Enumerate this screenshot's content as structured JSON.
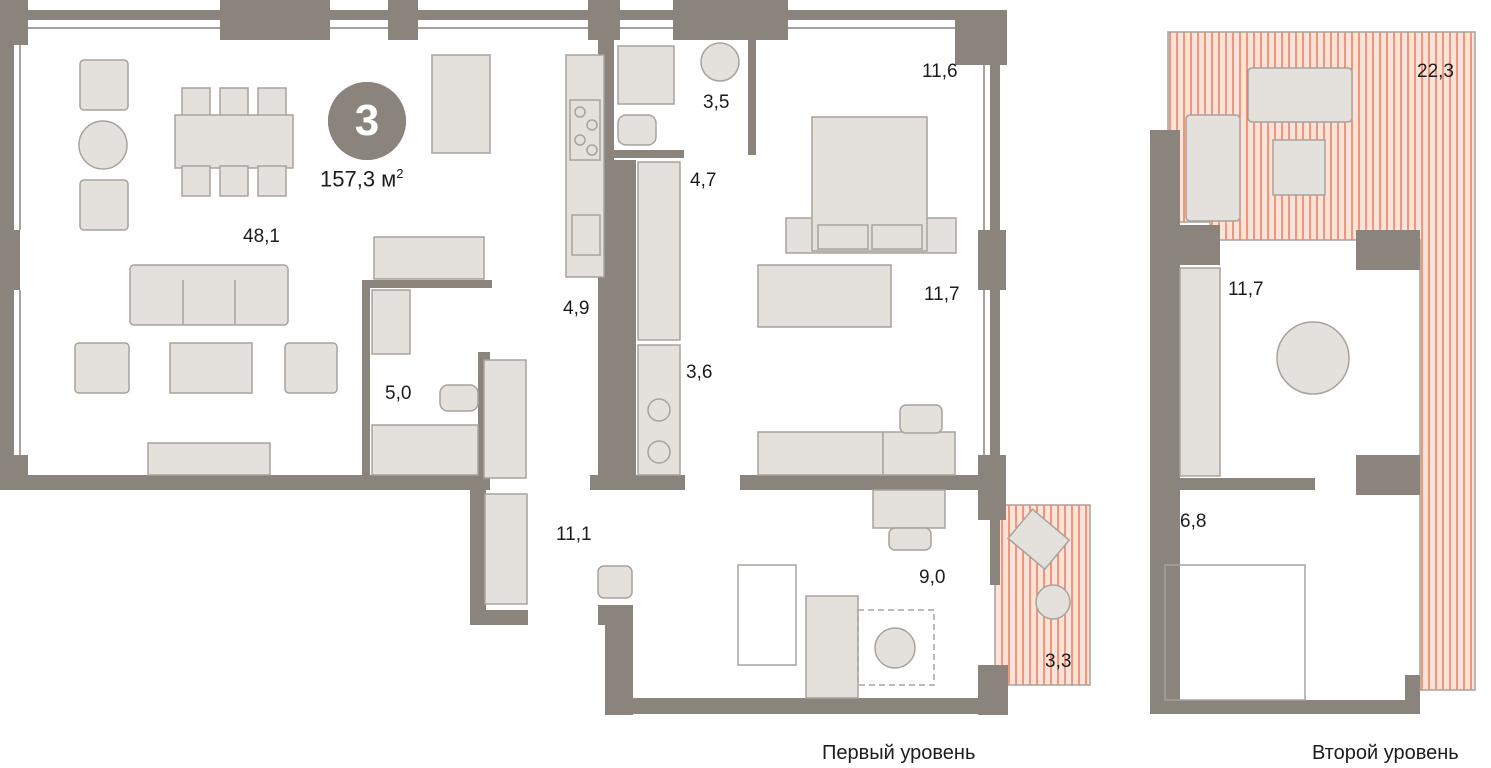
{
  "apartment": {
    "rooms_badge": "3",
    "total_area": "157,3 м",
    "area_unit_sup": "2"
  },
  "levels": {
    "first": "Первый уровень",
    "second": "Второй уровень"
  },
  "rooms_first": [
    {
      "id": "living",
      "area": "48,1"
    },
    {
      "id": "kitchen",
      "area": "4,9"
    },
    {
      "id": "bath-main",
      "area": "5,0"
    },
    {
      "id": "shower",
      "area": "3,5"
    },
    {
      "id": "wardrobe",
      "area": "4,7"
    },
    {
      "id": "laundry",
      "area": "3,6"
    },
    {
      "id": "bedroom-1",
      "area": "11,6"
    },
    {
      "id": "bedroom-2",
      "area": "11,7"
    },
    {
      "id": "hall",
      "area": "11,1"
    },
    {
      "id": "study",
      "area": "9,0"
    },
    {
      "id": "balcony",
      "area": "3,3"
    }
  ],
  "rooms_second": [
    {
      "id": "terrace",
      "area": "22,3"
    },
    {
      "id": "dining",
      "area": "11,7"
    },
    {
      "id": "stair-hall",
      "area": "6,8"
    }
  ],
  "colors": {
    "wall": "#8a847d",
    "furniture_fill": "#e4e0db",
    "furniture_stroke": "#a8a29c",
    "terrace_stripes": "#e8643c",
    "badge": "#8a847d"
  }
}
